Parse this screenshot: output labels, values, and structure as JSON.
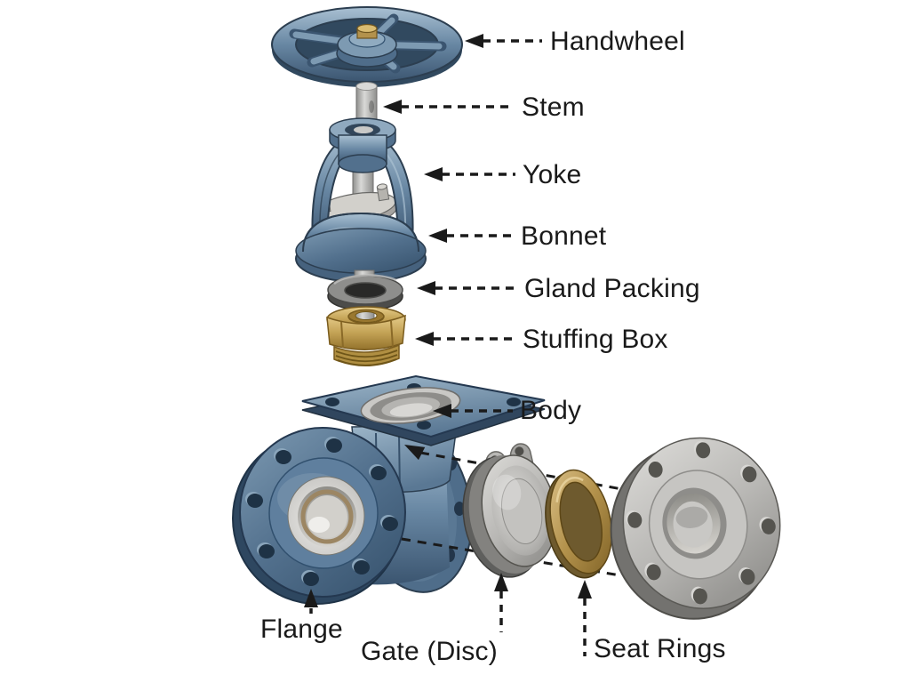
{
  "diagram": {
    "labels": {
      "handwheel": "Handwheel",
      "stem": "Stem",
      "yoke": "Yoke",
      "bonnet": "Bonnet",
      "gland_packing": "Gland Packing",
      "stuffing_box": "Stuffing Box",
      "body": "Body",
      "flange": "Flange",
      "gate_disc": "Gate (Disc)",
      "seat_rings": "Seat Rings"
    },
    "colors": {
      "steel_blue": "#6887a3",
      "steel_blue_dark": "#31495f",
      "brass": "#bb9a4c",
      "steel_gray": "#b5b4b1",
      "gland_gray": "#8e8e8c",
      "leader_line": "#1a1a1a",
      "background": "#ffffff"
    }
  }
}
